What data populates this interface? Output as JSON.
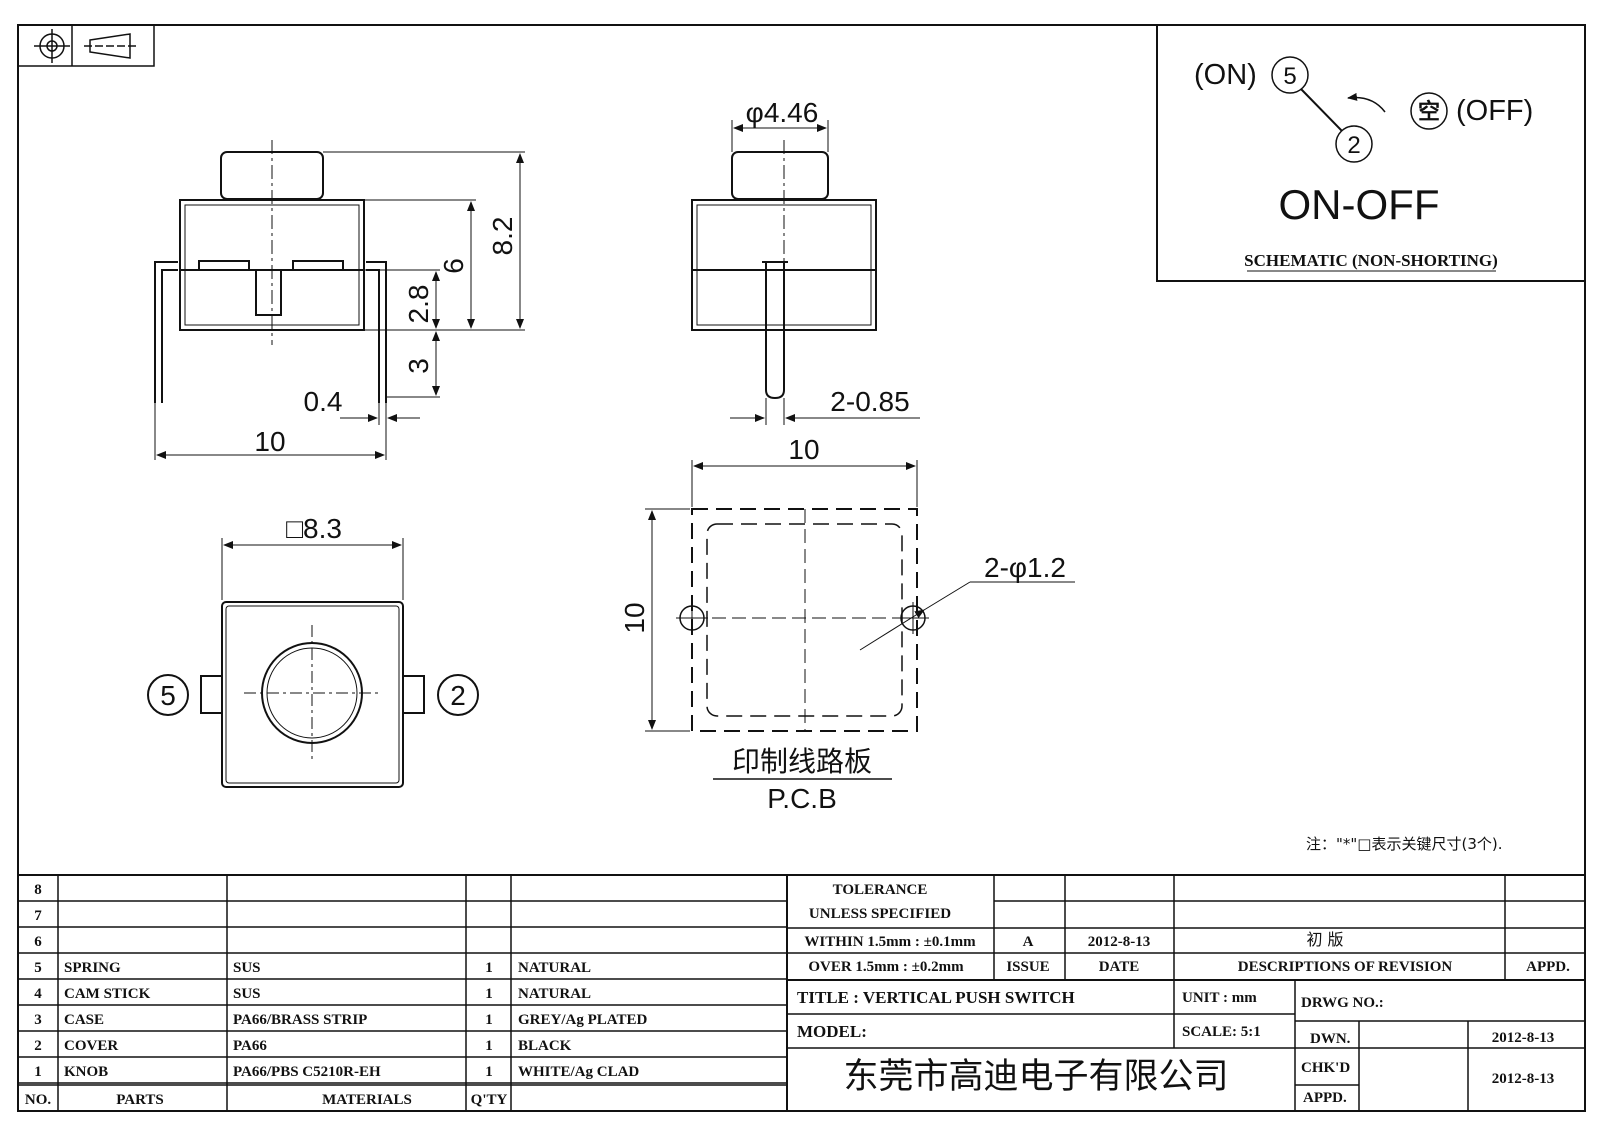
{
  "views": {
    "front": {
      "dim_height_8_2": "8.2",
      "dim_height_6": "6",
      "dim_2_8": "2.8",
      "dim_3": "3",
      "dim_0_4": "0.4",
      "dim_width_10": "10"
    },
    "side": {
      "dim_phi": "φ4.46",
      "dim_pin": "2-0.85"
    },
    "top": {
      "dim_square": "□8.3",
      "terminal_left": "5",
      "terminal_right": "2"
    },
    "pcb": {
      "dim_width": "10",
      "dim_height": "10",
      "dim_holes": "2-φ1.2",
      "label_cn": "印制线路板",
      "label_en": "P.C.B"
    }
  },
  "schematic": {
    "on_label": "(ON)",
    "off_label": "(OFF)",
    "terminal_5": "5",
    "terminal_2": "2",
    "empty_symbol": "空",
    "type_label": "ON-OFF",
    "caption": "SCHEMATIC (NON-SHORTING)"
  },
  "note": "注：\"*\"□表示关键尺寸(3个).",
  "bom": {
    "rows": [
      {
        "no": "8",
        "part": "",
        "material": "",
        "qty": "",
        "finish": ""
      },
      {
        "no": "7",
        "part": "",
        "material": "",
        "qty": "",
        "finish": ""
      },
      {
        "no": "6",
        "part": "",
        "material": "",
        "qty": "",
        "finish": ""
      },
      {
        "no": "5",
        "part": "SPRING",
        "material": "SUS",
        "qty": "1",
        "finish": "NATURAL"
      },
      {
        "no": "4",
        "part": "CAM STICK",
        "material": "SUS",
        "qty": "1",
        "finish": "NATURAL"
      },
      {
        "no": "3",
        "part": "CASE",
        "material": "PA66/BRASS STRIP",
        "qty": "1",
        "finish": "GREY/Ag PLATED"
      },
      {
        "no": "2",
        "part": "COVER",
        "material": "PA66",
        "qty": "1",
        "finish": "BLACK"
      },
      {
        "no": "1",
        "part": "KNOB",
        "material": "PA66/PBS C5210R-EH",
        "qty": "1",
        "finish": "WHITE/Ag CLAD"
      }
    ],
    "headers": {
      "no": "NO.",
      "part": "PARTS",
      "material": "MATERIALS",
      "qty": "Q'TY"
    }
  },
  "title_block": {
    "tolerance_1": "TOLERANCE",
    "tolerance_2": "UNLESS  SPECIFIED",
    "tolerance_3": "WITHIN 1.5mm : ±0.1mm",
    "tolerance_4": "OVER 1.5mm : ±0.2mm",
    "rev_issue": "A",
    "rev_date": "2012-8-13",
    "rev_desc": "初 版",
    "hdr_issue": "ISSUE",
    "hdr_date": "DATE",
    "hdr_desc": "DESCRIPTIONS OF REVISION",
    "hdr_appd": "APPD.",
    "title": "TITLE :  VERTICAL PUSH SWITCH",
    "unit": "UNIT : mm",
    "drwg_no": "DRWG NO.:",
    "model": "MODEL:",
    "scale": "SCALE:  5:1",
    "dwn": "DWN.",
    "dwn_date": "2012-8-13",
    "chkd": "CHK'D",
    "chkd_date": "2012-8-13",
    "appd": "APPD.",
    "company": "东莞市高迪电子有限公司"
  }
}
